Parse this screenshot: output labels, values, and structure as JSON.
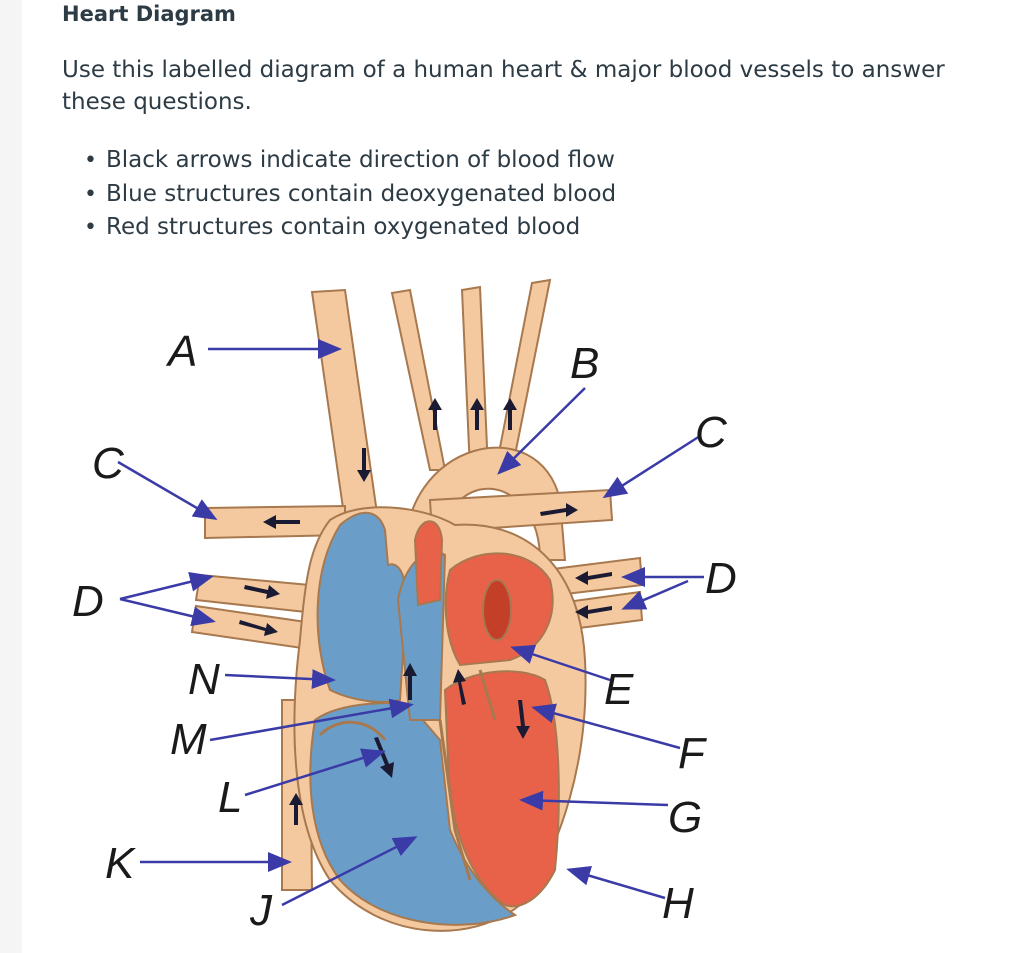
{
  "title": "Heart Diagram",
  "intro": "Use this labelled diagram of a human heart & major blood vessels to answer these questions.",
  "bullets": [
    "Black arrows indicate direction of blood flow",
    "Blue structures contain deoxygenated blood",
    "Red structures contain oxygenated blood"
  ],
  "labels": {
    "A": "A",
    "B": "B",
    "C_left": "C",
    "C_right": "C",
    "D_left": "D",
    "D_right": "D",
    "E": "E",
    "F": "F",
    "G": "G",
    "H": "H",
    "J": "J",
    "K": "K",
    "L": "L",
    "M": "M",
    "N": "N"
  },
  "colors": {
    "vessel_tan": "#f4c9a0",
    "outline": "#a8784e",
    "deoxygenated_blue": "#6a9ec9",
    "oxygenated_red": "#e8624a",
    "dark_red": "#c43f28",
    "pointer_blue": "#3b3ba8",
    "flow_arrow": "#1a1a33"
  }
}
